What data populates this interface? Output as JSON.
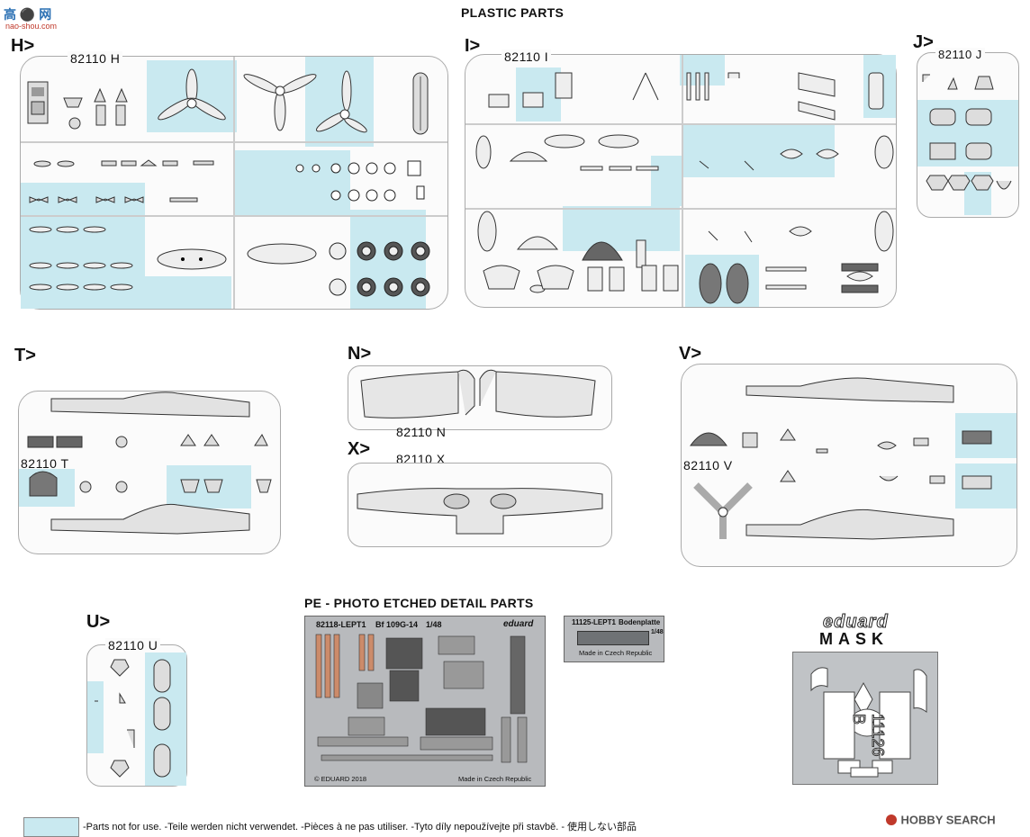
{
  "watermark": {
    "site": "nao-shou.com"
  },
  "heading": "PLASTIC PARTS",
  "sprues": {
    "H": {
      "letter": "H>",
      "code": "82110 H"
    },
    "I": {
      "letter": "I>",
      "code": "82110 I"
    },
    "J": {
      "letter": "J>",
      "code": "82110 J"
    },
    "T": {
      "letter": "T>",
      "code": "82110 T"
    },
    "N": {
      "letter": "N>",
      "code": "82110 N"
    },
    "X": {
      "letter": "X>",
      "code": "82110 X"
    },
    "V": {
      "letter": "V>",
      "code": "82110 V"
    },
    "U": {
      "letter": "U>",
      "code": "82110 U"
    }
  },
  "pe_section": {
    "title": "PE - PHOTO ETCHED DETAIL PARTS",
    "main_fret": {
      "code": "82118-LEPT1",
      "model": "Bf 109G-14",
      "scale": "1/48",
      "brand": "eduard",
      "copyright": "© EDUARD 2018",
      "origin": "Made in Czech Republic"
    },
    "small_fret": {
      "code": "11125-LEPT1",
      "name": "Bodenplatte",
      "scale": "1/48",
      "origin": "Made in Czech Republic"
    }
  },
  "mask": {
    "brand": "eduard",
    "label": "MASK",
    "code": "11126 B"
  },
  "legend": {
    "color": "#c9e9f0",
    "text": "-Parts not for use. -Teile werden nicht verwendet. -Pièces à ne pas utiliser. -Tyto díly nepoužívejte při stavbě. -    使用しない部品"
  },
  "source_logo": {
    "text": "HOBBY SEARCH"
  }
}
